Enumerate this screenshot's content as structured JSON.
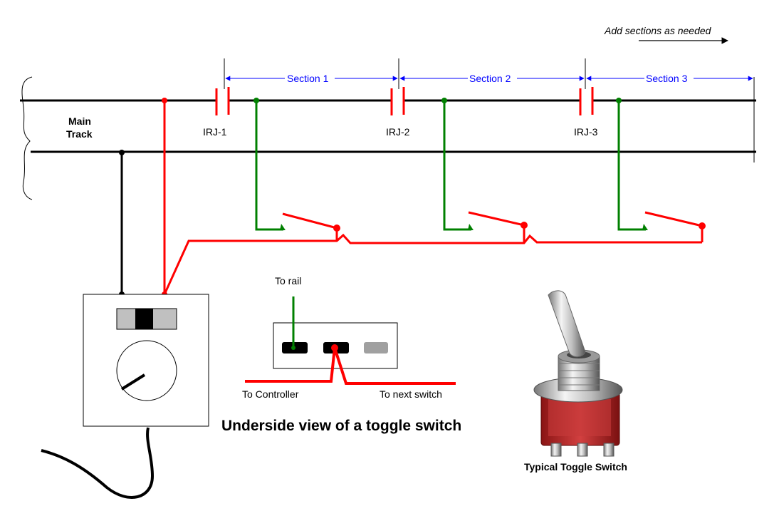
{
  "note": "Add sections as needed",
  "sections": [
    {
      "label": "Section 1"
    },
    {
      "label": "Section 2"
    },
    {
      "label": "Section 3"
    }
  ],
  "joints": [
    {
      "label": "IRJ-1"
    },
    {
      "label": "IRJ-2"
    },
    {
      "label": "IRJ-3"
    }
  ],
  "main_track_label": [
    "Main",
    "Track"
  ],
  "underside": {
    "to_rail": "To rail",
    "to_controller": "To Controller",
    "to_next_switch": "To next switch",
    "heading": "Underside view of a toggle switch"
  },
  "toggle_caption": "Typical Toggle Switch",
  "colors": {
    "feed_wire": "#ff0000",
    "rail_wire": "#008000",
    "common_wire": "#000000",
    "dimension": "#0000ff"
  }
}
